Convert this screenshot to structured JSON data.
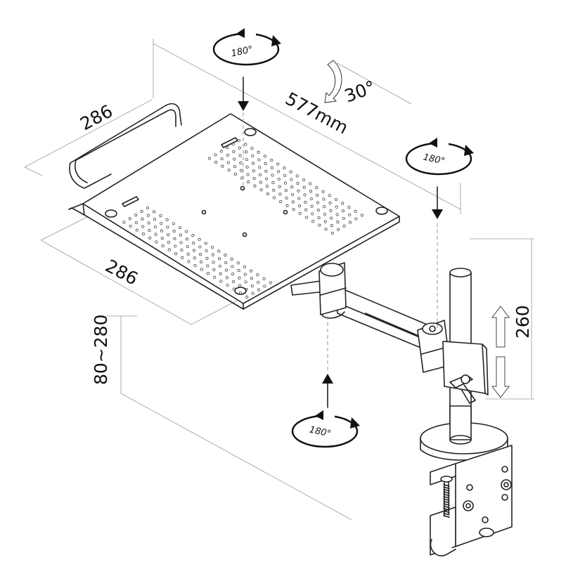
{
  "dimensions": {
    "tray_depth_top": "286",
    "tray_width_bottom": "286",
    "total_length": "577mm",
    "pole_height": "260",
    "height_range": "80~280",
    "tilt_angle": "30°"
  },
  "rotations": {
    "tray_rotation": "180°",
    "pole_rotation": "180°",
    "arm_rotation": "180°"
  },
  "icons": [
    "rotate-180-icon",
    "tilt-arrow-icon",
    "up-down-arrow-icon",
    "down-arrow-icon",
    "up-arrow-icon"
  ]
}
